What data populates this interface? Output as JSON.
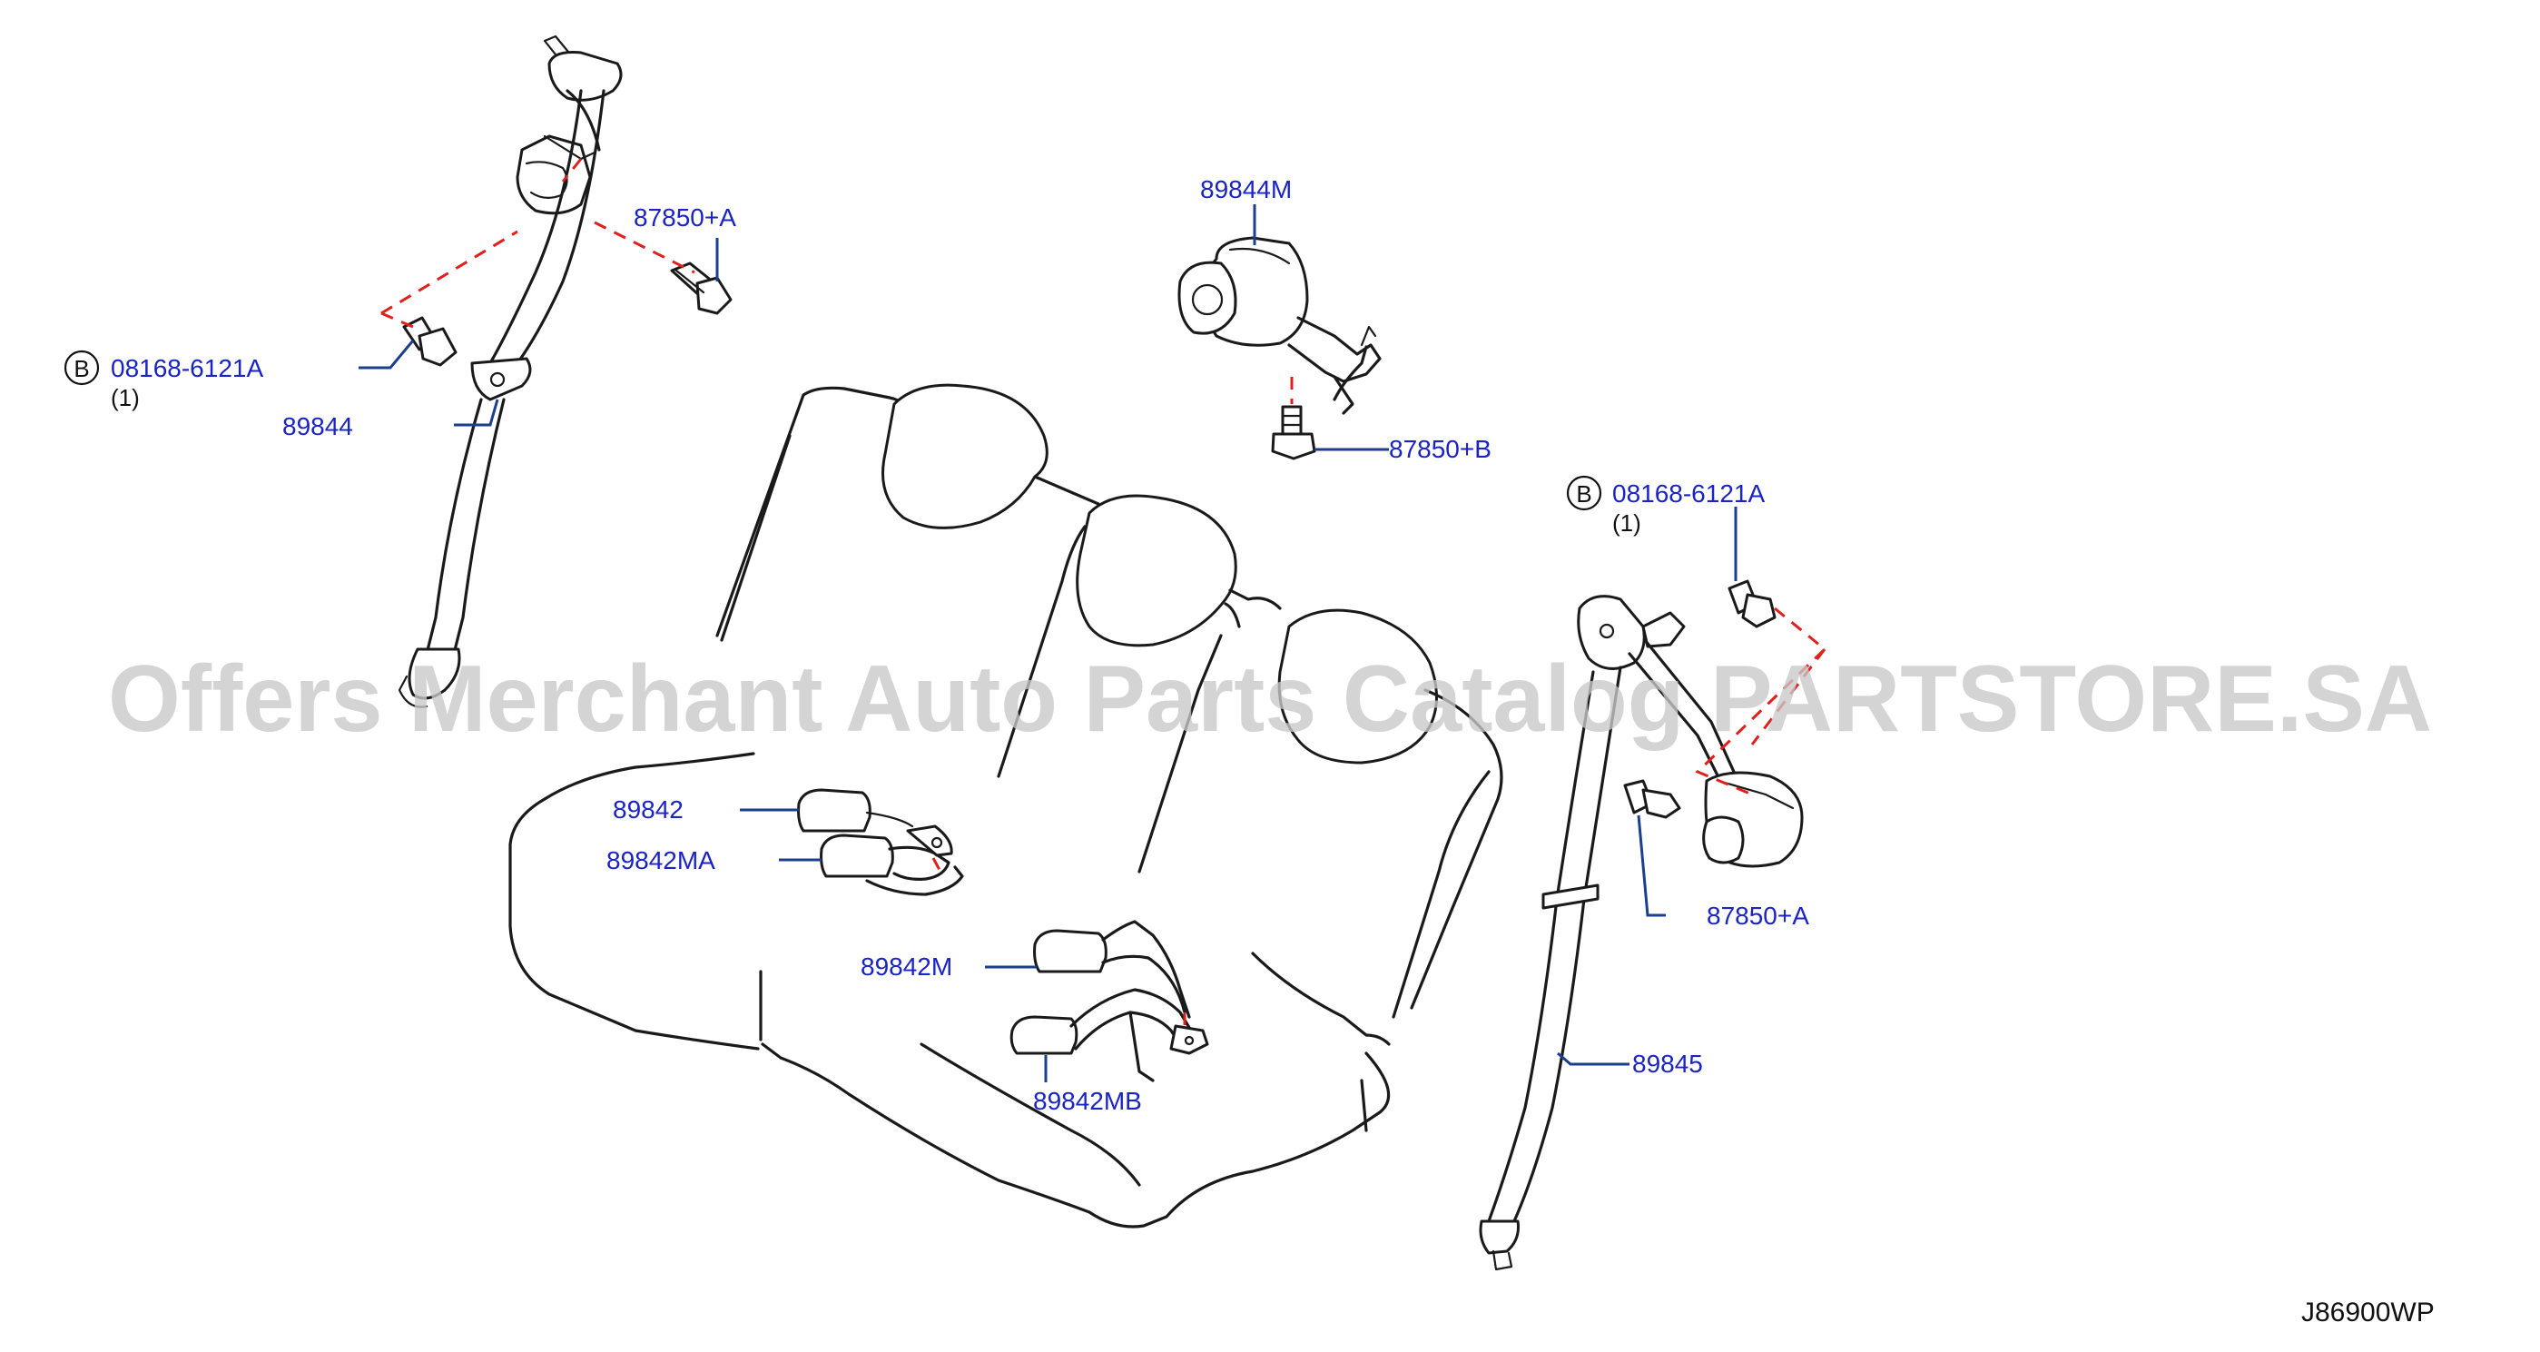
{
  "watermark": "Offers Merchant Auto Parts Catalog PARTSTORE.SA",
  "diagram_code": "J86900WP",
  "labels": {
    "l_89844": "89844",
    "l_87850A_left": "87850+A",
    "l_08168_left": "08168-6121A",
    "l_qty_left": "(1)",
    "l_89844M": "89844M",
    "l_87850B": "87850+B",
    "l_08168_right": "08168-6121A",
    "l_qty_right": "(1)",
    "l_87850A_right": "87850+A",
    "l_89845": "89845",
    "l_89842": "89842",
    "l_89842MA": "89842MA",
    "l_89842M": "89842M",
    "l_89842MB": "89842MB"
  },
  "badges": {
    "left": "B",
    "right": "B"
  },
  "colors": {
    "label": "#1a23c4",
    "leader": "#1b3f8f",
    "dashed": "#e0201c",
    "line": "#1a1a1a"
  }
}
